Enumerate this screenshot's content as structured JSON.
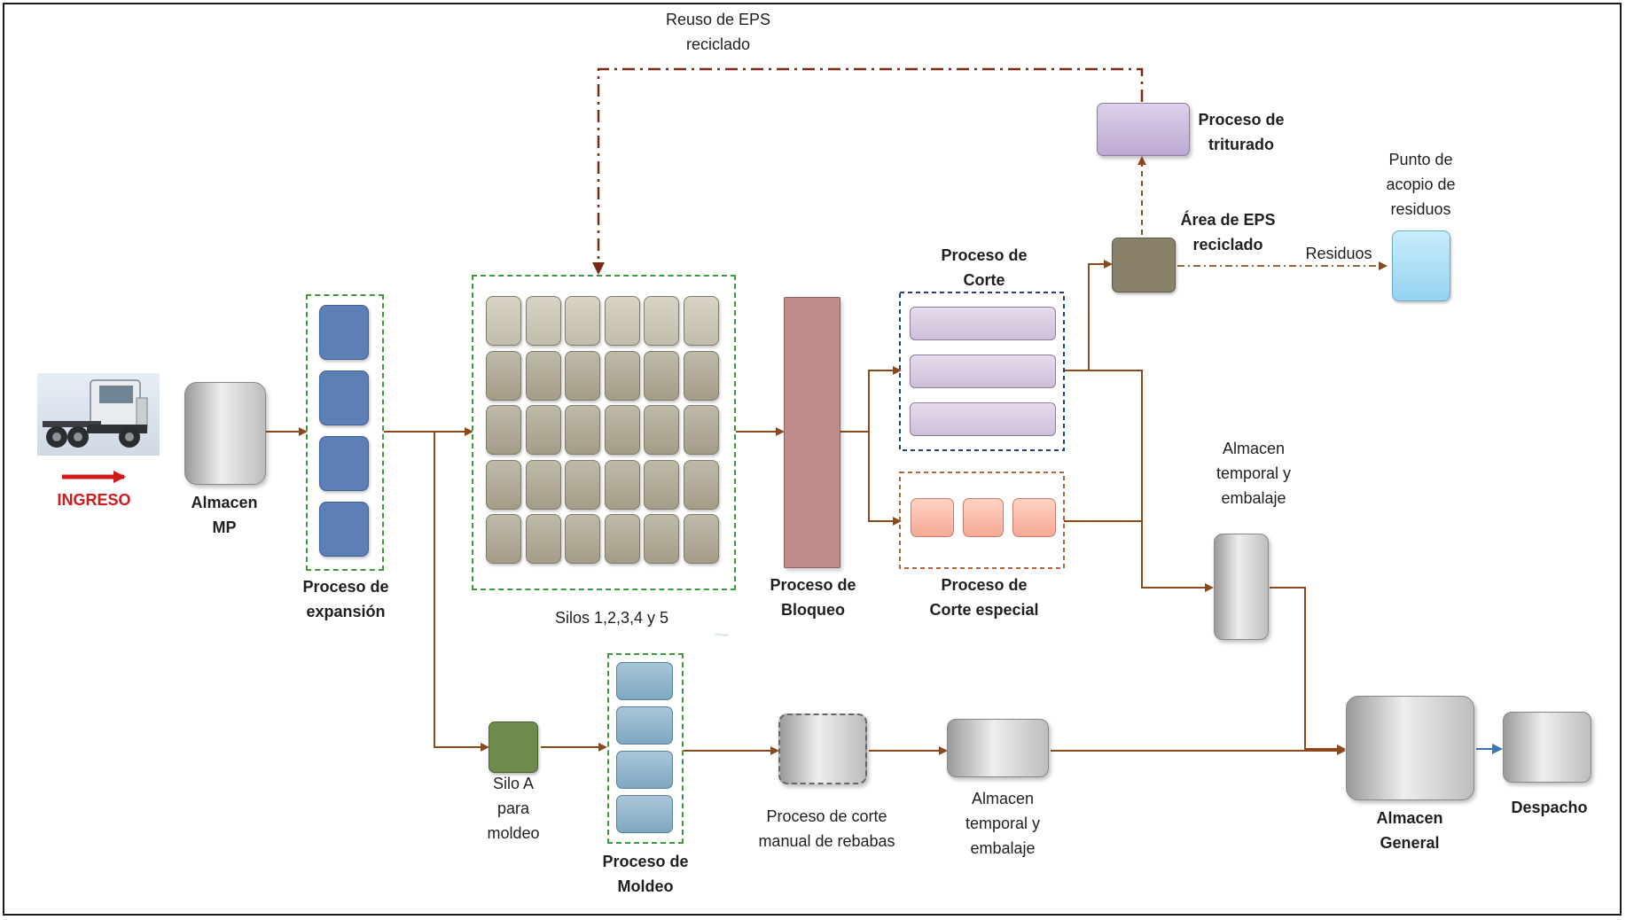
{
  "labels": {
    "ingreso": "INGRESO",
    "almacen_mp": "Almacen\nMP",
    "proceso_expansion": "Proceso de\nexpansión",
    "silos": "Silos 1,2,3,4 y 5",
    "proceso_bloqueo": "Proceso de\nBloqueo",
    "proceso_corte": "Proceso de\nCorte",
    "proceso_corte_especial": "Proceso de\nCorte especial",
    "area_eps_reciclado": "Área de EPS\nreciclado",
    "proceso_triturado": "Proceso de\ntriturado",
    "reuso_eps": "Reuso de EPS\nreciclado",
    "residuos": "Residuos",
    "punto_acopio": "Punto de\nacopio de\nresiduos",
    "almacen_temporal_1": "Almacen\ntemporal y\nembalaje",
    "silo_a": "Silo A\npara\nmoldeo",
    "proceso_moldeo": "Proceso de\nMoldeo",
    "proceso_corte_manual": "Proceso de corte\nmanual de rebabas",
    "almacen_temporal_2": "Almacen\ntemporal y\nembalaje",
    "almacen_general": "Almacen\nGeneral",
    "despacho": "Despacho"
  },
  "colors": {
    "flow_line": "#8b4a1c",
    "arrow_head": "#8b4a1c",
    "recycle_line": "#7a2a14",
    "ingreso_arrow": "#d11a1a",
    "despacho_arrow": "#3b77b8",
    "dashed_green": "#3c9a3c",
    "dashed_blue": "#1f3f8a",
    "dashed_orange": "#b8643a",
    "bloqueo_fill": "#be8a8a",
    "area_eps_fill": "#8a8268",
    "silo_a_fill": "#6f8a4d",
    "triturado_fill": "#c9b8dc",
    "acopio_fill": "#aee0f7"
  },
  "icons": {
    "truck": "truck-icon"
  }
}
